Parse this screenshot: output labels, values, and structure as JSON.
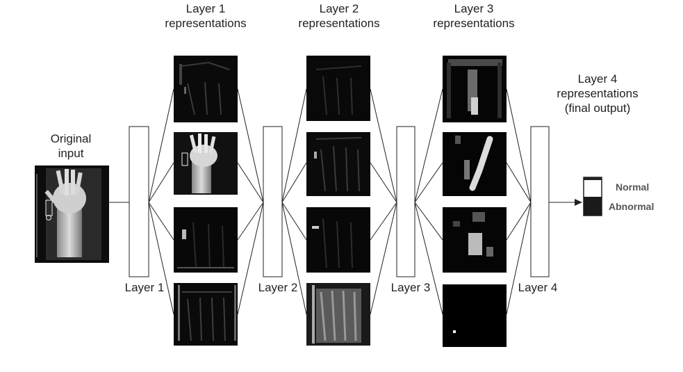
{
  "input": {
    "title_line1": "Original",
    "title_line2": "input"
  },
  "layers": [
    {
      "label": "Layer 1",
      "rep_line1": "Layer 1",
      "rep_line2": "representations"
    },
    {
      "label": "Layer 2",
      "rep_line1": "Layer 2",
      "rep_line2": "representations"
    },
    {
      "label": "Layer 3",
      "rep_line1": "Layer 3",
      "rep_line2": "representations"
    },
    {
      "label": "Layer 4",
      "rep_line1": "Layer 4",
      "rep_line2": "representations",
      "rep_line3": "(final output)"
    }
  ],
  "output": {
    "normal_label": "Normal",
    "abnormal_label": "Abnormal"
  },
  "colors": {
    "line": "#222222",
    "feature_bg": "#0a0a0a",
    "abnormal_fill": "#1a1a1a"
  }
}
